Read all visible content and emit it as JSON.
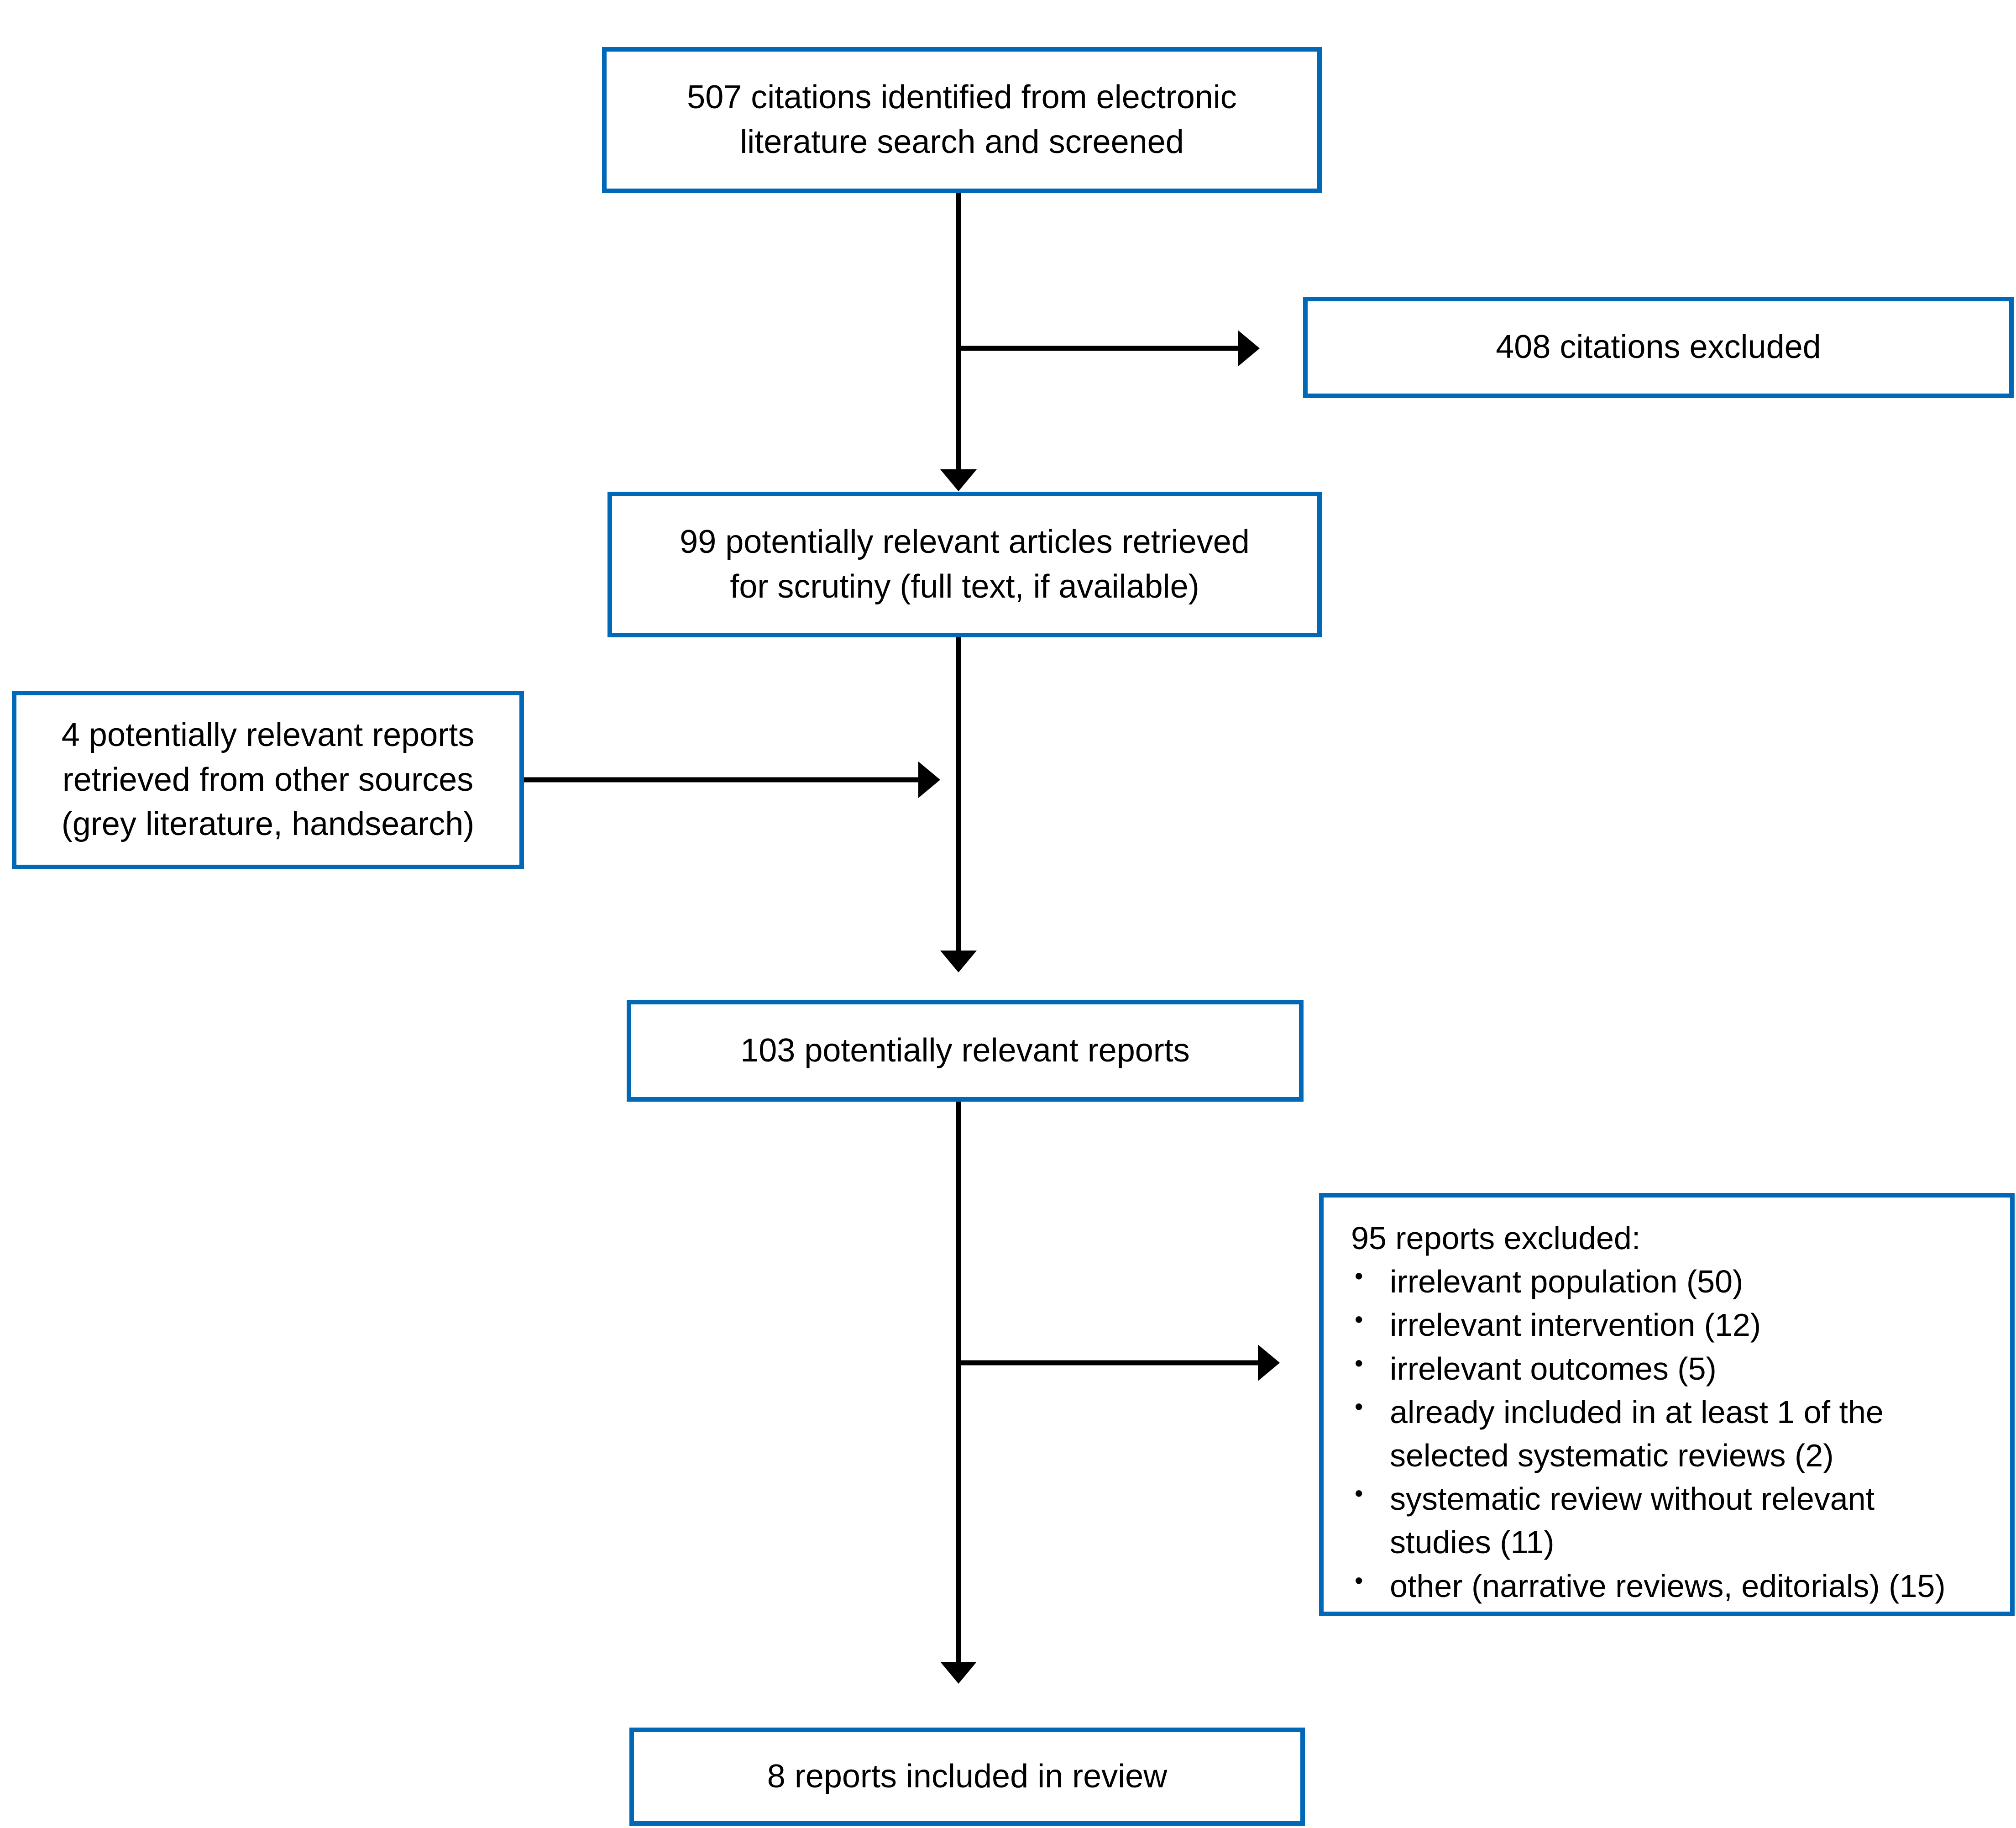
{
  "diagram": {
    "type": "flowchart",
    "accent_color": "#0068b7",
    "arrow_color": "#000000",
    "bullet_char": "•",
    "boxes": [
      {
        "id": "citations-identified",
        "text": "507 citations identified from electronic\nliterature search and screened"
      },
      {
        "id": "citations-excluded",
        "text": "408 citations excluded"
      },
      {
        "id": "articles-retrieved",
        "text": "99 potentially relevant articles retrieved\nfor scrutiny (full text, if available)"
      },
      {
        "id": "other-sources",
        "text": "4 potentially relevant reports\nretrieved from other sources\n(grey literature, handsearch)"
      },
      {
        "id": "combined-reports",
        "text": "103 potentially relevant reports"
      },
      {
        "id": "reports-excluded",
        "title": "95 reports excluded:",
        "bullets": [
          "irrelevant population (50)",
          "irrelevant intervention (12)",
          "irrelevant outcomes (5)",
          "already included in at least 1 of the\nselected systematic reviews (2)",
          "systematic review without relevant\nstudies (11)",
          "other (narrative reviews, editorials) (15)"
        ]
      },
      {
        "id": "reports-included",
        "text": "8 reports included in review"
      }
    ]
  }
}
